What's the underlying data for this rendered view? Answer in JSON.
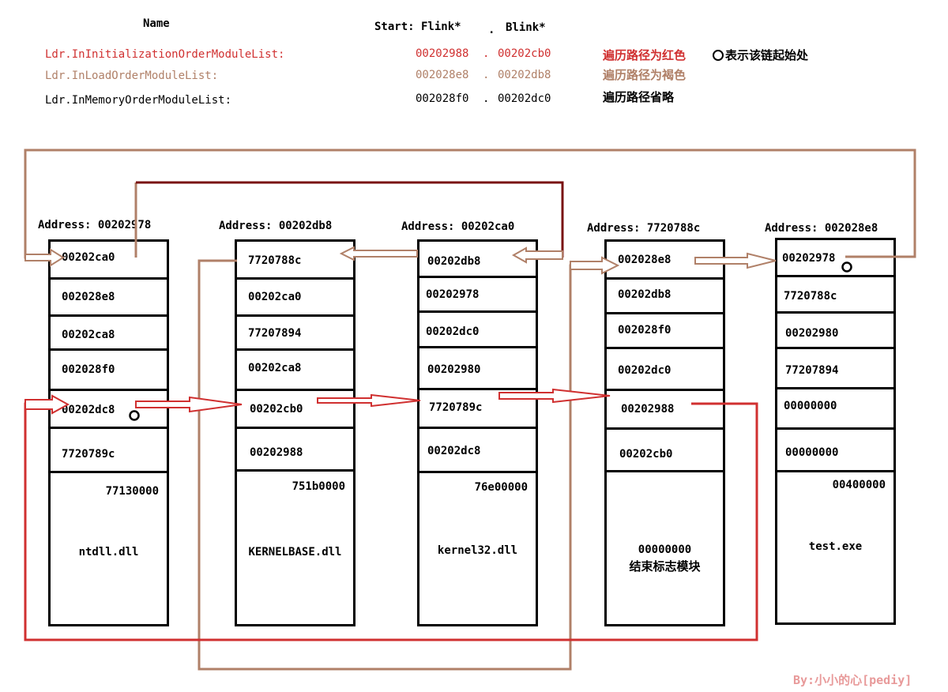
{
  "header": {
    "name_col": "Name",
    "start_col": "Start: Flink*",
    "sep_col": ".",
    "blink_col": "Blink*",
    "rows": [
      {
        "name": "Ldr.InInitializationOrderModuleList:",
        "flink": "00202988",
        "sep": ".",
        "blink": "00202cb0",
        "note": "遍历路径为红色",
        "color": "#d03030"
      },
      {
        "name": "Ldr.InLoadOrderModuleList:",
        "flink": "002028e8",
        "sep": ".",
        "blink": "00202db8",
        "note": "遍历路径为褐色",
        "color": "#b08068"
      },
      {
        "name": "Ldr.InMemoryOrderModuleList:",
        "flink": "002028f0",
        "sep": ".",
        "blink": "00202dc0",
        "note": "遍历路径省略",
        "color": "#000000"
      }
    ],
    "legend_text": "表示该链起始处",
    "legend_icon": "circle-outline"
  },
  "blocks": [
    {
      "address_label": "Address: 00202978",
      "cells": [
        "00202ca0",
        "002028e8",
        "00202ca8",
        "002028f0",
        "00202dc8",
        "7720789c"
      ],
      "base": "77130000",
      "name": "ntdll.dll",
      "name2": ""
    },
    {
      "address_label": "Address:  00202db8",
      "cells": [
        "7720788c",
        "00202ca0",
        "77207894",
        "00202ca8",
        "00202cb0",
        "00202988"
      ],
      "base": "751b0000",
      "name": "KERNELBASE.dll",
      "name2": ""
    },
    {
      "address_label": "Address: 00202ca0",
      "cells": [
        "00202db8",
        "00202978",
        "00202dc0",
        "00202980",
        "7720789c",
        "00202dc8"
      ],
      "base": "76e00000",
      "name": "kernel32.dll",
      "name2": ""
    },
    {
      "address_label": "Address: 7720788c",
      "cells": [
        "002028e8",
        "00202db8",
        "002028f0",
        "00202dc0",
        "00202988",
        "00202cb0"
      ],
      "base": "",
      "name": "00000000",
      "name2": "结束标志模块"
    },
    {
      "address_label": "Address: 002028e8",
      "cells": [
        "00202978",
        "7720788c",
        "00202980",
        "77207894",
        "00000000",
        "00000000"
      ],
      "base": "00400000",
      "name": "test.exe",
      "name2": ""
    }
  ],
  "footer": {
    "credit": "By:小小的心[pediy]"
  },
  "colors": {
    "red_path": "#d03030",
    "brown_path": "#b08068",
    "dark_red": "#7a1010",
    "box_border": "#000000"
  }
}
